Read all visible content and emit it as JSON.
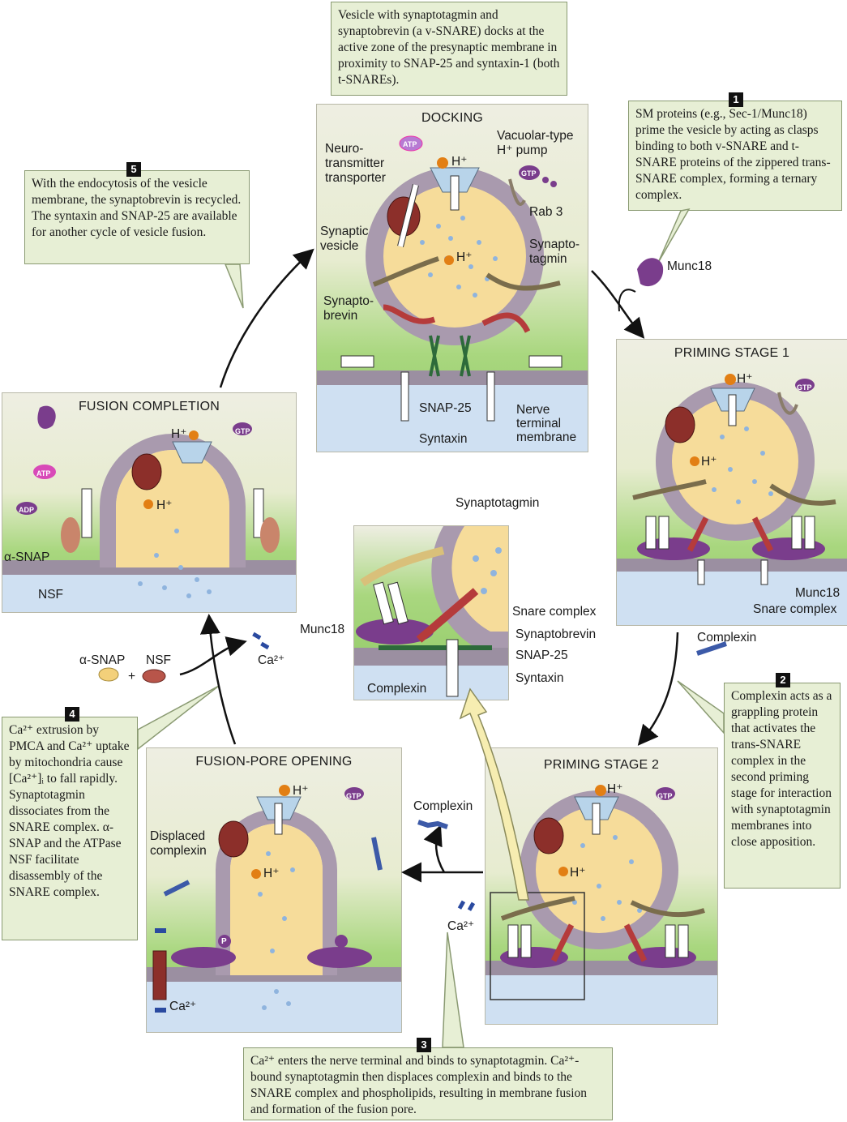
{
  "panels": {
    "docking": {
      "title": "DOCKING",
      "neurotransmitter_transporter": "Neuro-\ntransmitter\ntransporter",
      "vacuolar_pump": "Vacuolar-type\nH⁺ pump",
      "rab3": "Rab 3",
      "synaptic_vesicle": "Synaptic\nvesicle",
      "synaptotagmin": "Synapto-\ntagmin",
      "synaptobrevin": "Synapto-\nbrevin",
      "snap25": "SNAP-25",
      "syntaxin": "Syntaxin",
      "nerve_terminal": "Nerve\nterminal\nmembrane",
      "h_plus_1": "H⁺",
      "h_plus_2": "H⁺",
      "atp": "ATP",
      "gtp": "GTP"
    },
    "priming1": {
      "title": "PRIMING STAGE 1",
      "munc18": "Munc18",
      "snare_complex": "Snare complex",
      "h_plus_1": "H⁺",
      "h_plus_2": "H⁺",
      "gtp": "GTP"
    },
    "priming2": {
      "title": "PRIMING STAGE 2",
      "h_plus_1": "H⁺",
      "h_plus_2": "H⁺",
      "gtp": "GTP"
    },
    "fusion_pore": {
      "title": "FUSION-PORE OPENING",
      "displaced_complexin": "Displaced\ncomplexin",
      "ca": "Ca²⁺",
      "h_plus_1": "H⁺",
      "h_plus_2": "H⁺",
      "gtp": "GTP",
      "p": "P"
    },
    "fusion_completion": {
      "title": "FUSION COMPLETION",
      "alpha_snap": "α-SNAP",
      "nsf": "NSF",
      "atp": "ATP",
      "adp": "ADP",
      "h_plus_1": "H⁺",
      "h_plus_2": "H⁺",
      "gtp": "GTP"
    },
    "center": {
      "synaptotagmin": "Synaptotagmin",
      "munc18": "Munc18",
      "snare_complex": "Snare complex",
      "synaptobrevin": "Synaptobrevin",
      "snap25": "SNAP-25",
      "syntaxin": "Syntaxin",
      "complexin": "Complexin"
    }
  },
  "floating": {
    "munc18": "Munc18",
    "complexin_right": "Complexin",
    "complexin_bottom": "Complexin",
    "ca_bottom": "Ca²⁺",
    "ca_left": "Ca²⁺",
    "alpha_snap": "α-SNAP",
    "plus": "+",
    "nsf": "NSF"
  },
  "notes": {
    "top": "Vesicle with synaptotagmin and synaptobrevin (a v-SNARE) docks at the active zone of the presynaptic membrane in proximity to SNAP-25 and syntaxin-1 (both t-SNAREs).",
    "n1": {
      "number": "1",
      "text": "SM proteins (e.g., Sec-1/Munc18) prime the vesicle by acting as clasps binding to both v-SNARE and t-SNARE proteins of the zippered trans-SNARE complex, forming a ternary complex."
    },
    "n2": {
      "number": "2",
      "text": "Complexin acts as a grappling protein that activates the trans-SNARE complex in the second priming stage for interaction with synaptotagmin membranes into close apposition."
    },
    "n3": {
      "number": "3",
      "text": "Ca²⁺ enters the nerve terminal and binds to synaptotagmin. Ca²⁺-bound synaptotagmin then displaces complexin and binds to the SNARE complex and phospholipids, resulting in membrane fusion and formation of the fusion pore."
    },
    "n4": {
      "number": "4",
      "text": "Ca²⁺ extrusion by PMCA and Ca²⁺ uptake by mitochondria cause [Ca²⁺]ᵢ to fall rapidly. Synaptotagmin dissociates from the SNARE complex. α-SNAP and the ATPase NSF facilitate disassembly of the SNARE complex."
    },
    "n5": {
      "number": "5",
      "text": "With the endocytosis of the vesicle membrane, the synaptobrevin is recycled. The syntaxin and SNAP-25 are available for another cycle of vesicle fusion."
    }
  },
  "colors": {
    "vesicle_rim": "#a99aae",
    "vesicle_lumen": "#f6dc9a",
    "membrane": "#9b8fa1",
    "cytosol_green": "#9fd274",
    "extracellular_blue": "#cfe0f2",
    "munc18_purple": "#7a3d8c",
    "transporter_red": "#8c2f2a",
    "pump_blue": "#b8d4ea",
    "proton_orange": "#e27f14",
    "arrow_yellow": "#f6edb1",
    "note_fill": "#e7efd5"
  }
}
